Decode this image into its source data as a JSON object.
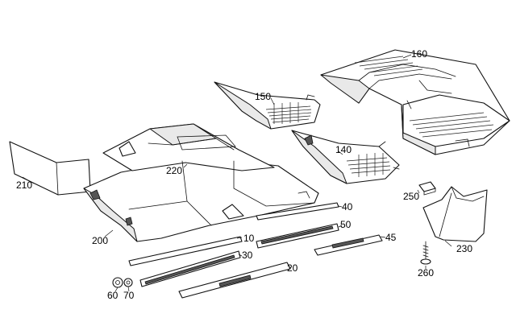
{
  "callouts": {
    "c10": "10",
    "c20": "20",
    "c30": "30",
    "c40": "40",
    "c45": "45",
    "c50": "50",
    "c60": "60",
    "c70": "70",
    "c140": "140",
    "c150": "150",
    "c160": "160",
    "c200": "200",
    "c210": "210",
    "c220": "220",
    "c230": "230",
    "c250": "250",
    "c260": "260"
  }
}
